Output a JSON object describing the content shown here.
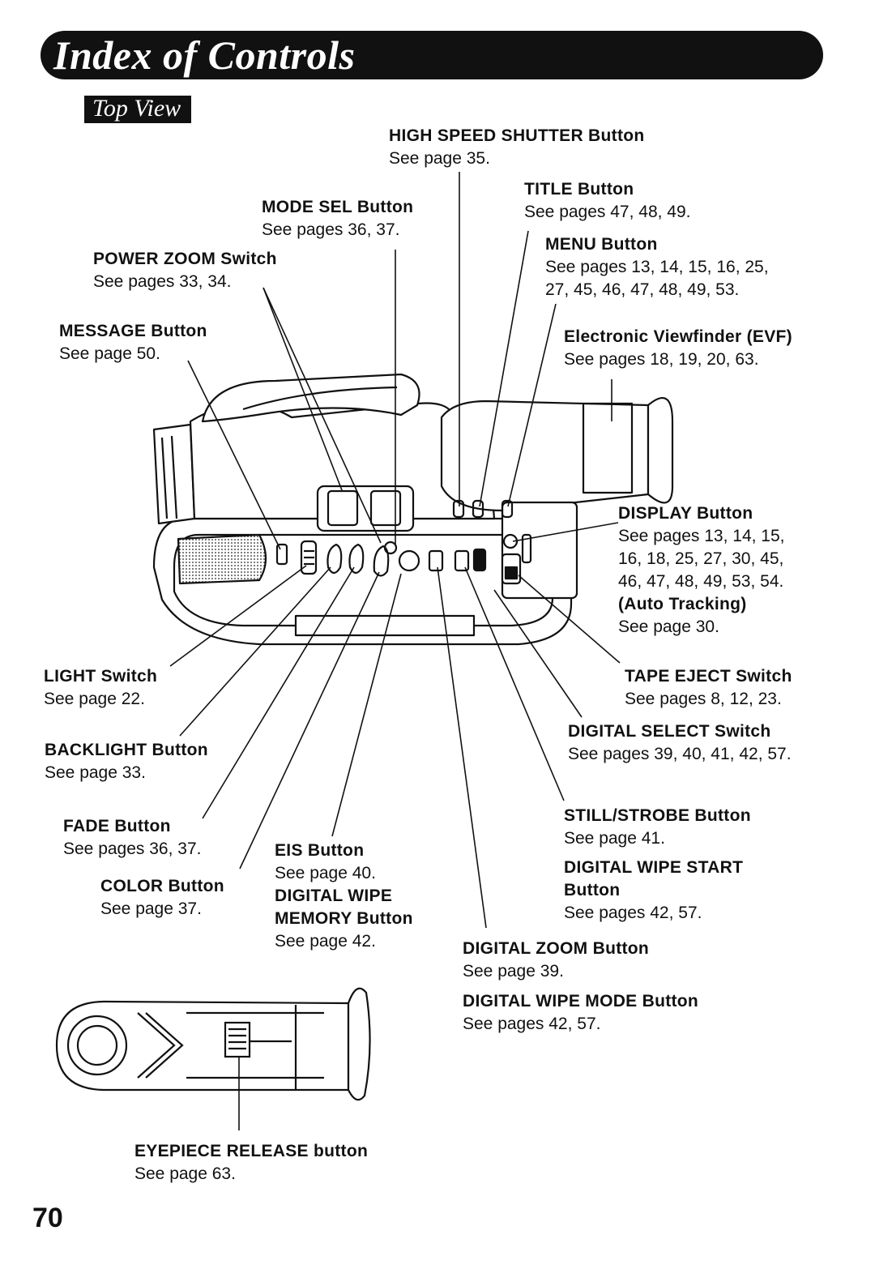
{
  "header": {
    "title": "Index of Controls",
    "section": "Top View"
  },
  "controls": {
    "high_speed_shutter": {
      "name": "HIGH SPEED SHUTTER Button",
      "ref": "See page 35."
    },
    "title_button": {
      "name": "TITLE Button",
      "ref": "See pages 47, 48, 49."
    },
    "mode_sel": {
      "name": "MODE SEL Button",
      "ref": "See pages 36, 37."
    },
    "menu_button": {
      "name": "MENU Button",
      "ref1": "See pages 13, 14, 15, 16, 25,",
      "ref2": "27, 45, 46, 47, 48, 49, 53."
    },
    "power_zoom": {
      "name": "POWER ZOOM Switch",
      "ref": "See pages 33, 34."
    },
    "message_button": {
      "name": "MESSAGE Button",
      "ref": "See page 50."
    },
    "evf": {
      "name": "Electronic Viewfinder (EVF)",
      "ref": "See pages 18, 19, 20, 63."
    },
    "display_button": {
      "name": "DISPLAY Button",
      "ref1": "See pages 13, 14, 15,",
      "ref2": "16, 18, 25, 27, 30, 45,",
      "ref3": "46, 47, 48, 49, 53, 54.",
      "sub_name": "(Auto Tracking)",
      "sub_ref": "See page 30."
    },
    "light_switch": {
      "name": "LIGHT Switch",
      "ref": "See page 22."
    },
    "tape_eject": {
      "name": "TAPE EJECT Switch",
      "ref": "See pages 8, 12, 23."
    },
    "digital_select": {
      "name": "DIGITAL SELECT Switch",
      "ref": "See pages 39, 40, 41, 42, 57."
    },
    "backlight_button": {
      "name": "BACKLIGHT Button",
      "ref": "See page 33."
    },
    "fade_button": {
      "name": "FADE Button",
      "ref": "See pages 36, 37."
    },
    "eis_button": {
      "name": "EIS Button",
      "ref": "See page 40."
    },
    "color_button": {
      "name": "COLOR Button",
      "ref": "See page 37."
    },
    "digital_wipe_memory": {
      "name1": "DIGITAL WIPE",
      "name2": "MEMORY Button",
      "ref": "See page 42."
    },
    "still_strobe": {
      "name": "STILL/STROBE Button",
      "ref": "See page 41."
    },
    "digital_wipe_start": {
      "name1": "DIGITAL WIPE START",
      "name2": "Button",
      "ref": "See pages 42, 57."
    },
    "digital_zoom": {
      "name": "DIGITAL ZOOM Button",
      "ref": "See page 39."
    },
    "digital_wipe_mode": {
      "name": "DIGITAL WIPE MODE Button",
      "ref": "See pages 42, 57."
    },
    "eyepiece_release": {
      "name": "EYEPIECE RELEASE button",
      "ref": "See page 63."
    }
  },
  "page_number": "70"
}
